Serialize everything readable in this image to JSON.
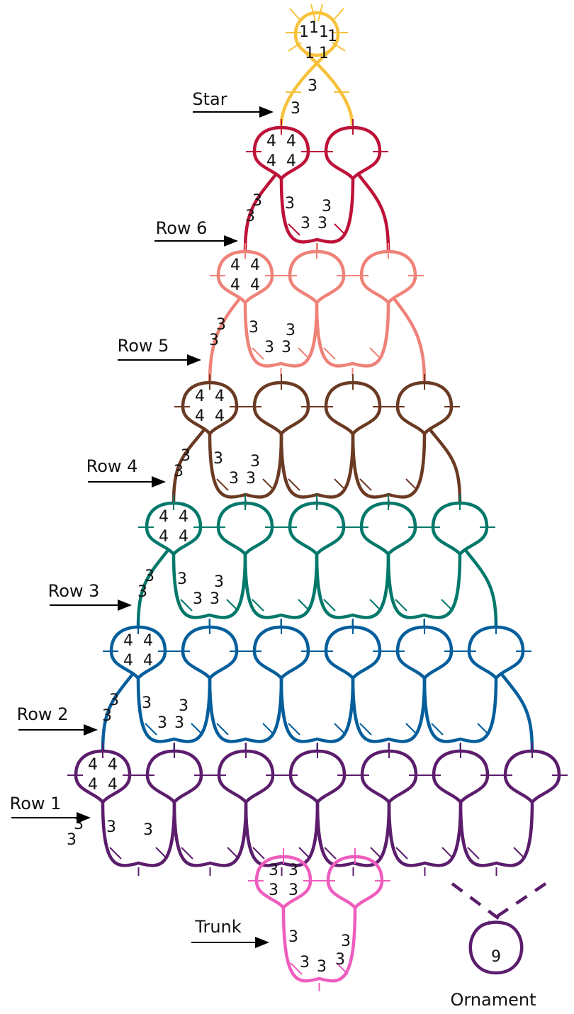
{
  "rows": [
    {
      "name": "Star",
      "label": "Star",
      "color": "#F7C23A",
      "rings": 1,
      "star": true,
      "ring_counts": [
        "1",
        "1",
        "1",
        "1",
        "1",
        "1"
      ],
      "chain_counts": [
        "3",
        "3"
      ]
    },
    {
      "name": "Row 6",
      "label": "Row 6",
      "color": "#BE1238",
      "rings": 2,
      "ring_counts": [
        "4",
        "4",
        "4",
        "4"
      ],
      "chain_counts": [
        "3",
        "3",
        "3",
        "3",
        "3",
        "3"
      ]
    },
    {
      "name": "Row 5",
      "label": "Row 5",
      "color": "#EF8278",
      "rings": 3,
      "ring_counts": [
        "4",
        "4",
        "4",
        "4"
      ],
      "chain_counts": [
        "3",
        "3",
        "3",
        "3",
        "3",
        "3"
      ]
    },
    {
      "name": "Row 4",
      "label": "Row 4",
      "color": "#6B3A23",
      "rings": 4,
      "ring_counts": [
        "4",
        "4",
        "4",
        "4"
      ],
      "chain_counts": [
        "3",
        "3",
        "3",
        "3",
        "3",
        "3"
      ]
    },
    {
      "name": "Row 3",
      "label": "Row 3",
      "color": "#00786A",
      "rings": 5,
      "ring_counts": [
        "4",
        "4",
        "4",
        "4"
      ],
      "chain_counts": [
        "3",
        "3",
        "3",
        "3",
        "3",
        "3"
      ]
    },
    {
      "name": "Row 2",
      "label": "Row 2",
      "color": "#045E9C",
      "rings": 6,
      "ring_counts": [
        "4",
        "4",
        "4",
        "4"
      ],
      "chain_counts": [
        "3",
        "3",
        "3",
        "3",
        "3",
        "3"
      ]
    },
    {
      "name": "Row 1",
      "label": "Row 1",
      "color": "#5B1D6C",
      "rings": 7,
      "ring_counts": [
        "4",
        "4",
        "4",
        "4"
      ],
      "chain_counts": [
        "3",
        "3",
        "3",
        "3"
      ]
    }
  ],
  "trunk": {
    "label": "Trunk",
    "color": "#EE5DBE",
    "rings": 2,
    "ring_counts": [
      "3",
      "3",
      "3",
      "3"
    ],
    "chain_counts": [
      "3",
      "3",
      "3",
      "3",
      "3"
    ]
  },
  "ornament": {
    "label": "Ornament",
    "color": "#5B1D6C",
    "ring_count": "9"
  }
}
